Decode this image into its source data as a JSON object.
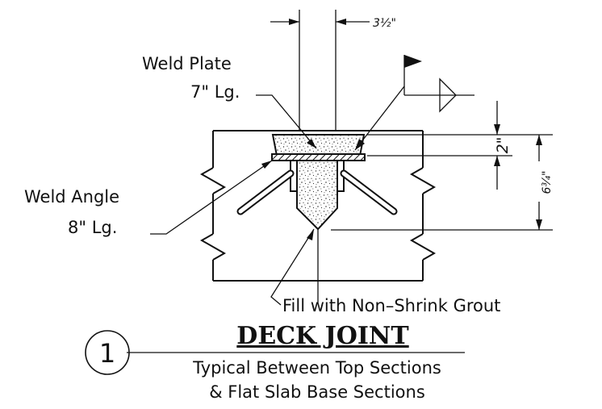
{
  "labels": {
    "dim_top": "3½\"",
    "weld_plate_1": "Weld Plate",
    "weld_plate_2": "7\" Lg.",
    "weld_angle_1": "Weld Angle",
    "weld_angle_2": "8\" Lg.",
    "dim_2": "2\"",
    "dim_634": "6¾\"",
    "fill_note": "Fill with Non–Shrink Grout"
  },
  "title_block": {
    "detail_number": "1",
    "title": "DECK JOINT",
    "subtitle_1": "Typical Between Top Sections",
    "subtitle_2": "& Flat Slab Base Sections"
  }
}
